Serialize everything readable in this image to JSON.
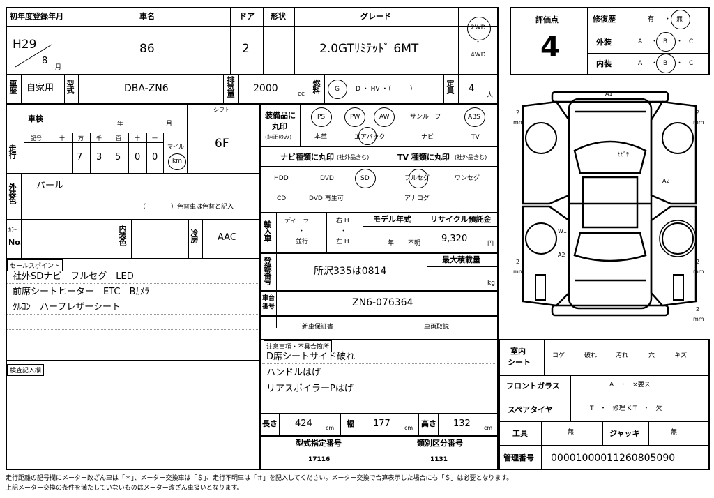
{
  "header": {
    "first_reg_label": "初年度登録年月",
    "first_reg_era": "H29",
    "first_reg_month": "8",
    "first_reg_month_unit": "月",
    "car_name_label": "車名",
    "car_name": "86",
    "doors_label": "ドア",
    "doors": "2",
    "shape_label": "形状",
    "grade_label": "グレード",
    "grade": "2.0GTﾘﾐﾃｯﾄﾞ 6MT",
    "drive_2wd": "2WD",
    "drive_dot": "・",
    "drive_4wd": "4WD"
  },
  "rating": {
    "score_label": "評価点",
    "score": "4",
    "repair_label": "修復歴",
    "repair_yes": "有",
    "repair_dot": "・",
    "repair_no": "無",
    "exterior_label": "外装",
    "interior_label": "内装",
    "grade_a": "A",
    "grade_b": "B",
    "grade_c": "C",
    "dot": "・"
  },
  "row2": {
    "usage_label": "車歴",
    "usage": "自家用",
    "model_label": "型式",
    "model": "DBA-ZN6",
    "displacement_label": "排気量",
    "displacement": "2000",
    "displacement_unit": "cc",
    "fuel_label": "燃料",
    "fuel_g": "G",
    "fuel_rest": "D ・ HV ・（　　　）",
    "capacity_label": "定員",
    "capacity": "4",
    "capacity_unit": "人"
  },
  "inspection": {
    "label": "車検",
    "year_unit": "年",
    "month_unit": "月",
    "shift_label": "シフト",
    "shift": "6F"
  },
  "mileage": {
    "label": "走行",
    "col_labels": [
      "記号",
      "十",
      "万",
      "千",
      "百",
      "十",
      "一"
    ],
    "digits": [
      "",
      "7",
      "3",
      "5",
      "0",
      "0"
    ],
    "unit_mile": "マイル",
    "unit_km": "km"
  },
  "color": {
    "label": "外装色",
    "value": "パール",
    "change_note": "（　　　　）色替車は色替と記入",
    "color_no_label_a": "ｶﾗｰ",
    "color_no_label_b": "No.",
    "interior_color_label": "内装色",
    "ac_label": "冷房",
    "ac": "AAC"
  },
  "sales_points": {
    "tab": "セールスポイント",
    "lines": [
      "社外SDナビ　フルセグ　LED",
      "前席シートヒーター　ETC　Bｶﾒﾗ",
      "ｸﾙｺﾝ　ハーフレザーシート"
    ]
  },
  "inspector_notes_tab": "検査記入欄",
  "equipment": {
    "label_a": "装備品に",
    "label_b": "丸印",
    "label_c": "(純正のみ)",
    "ps": "PS",
    "pw": "PW",
    "aw": "AW",
    "sunroof": "サンルーフ",
    "abs": "ABS",
    "leather": "本革",
    "airbag": "エアバック",
    "navi": "ナビ",
    "tv": "TV"
  },
  "navi_type": {
    "label": "ナビ種類に丸印",
    "note": "(社外品含む)",
    "hdd": "HDD",
    "dvd": "DVD",
    "sd": "SD",
    "cd": "CD",
    "dvd_play": "DVD 再生可"
  },
  "tv_type": {
    "label": "TV 種類に丸印",
    "note": "(社外品含む)",
    "fullseg": "フルセグ",
    "oneseg": "ワンセグ",
    "analog": "アナログ"
  },
  "import": {
    "label": "輸入車",
    "dealer": "ディーラー",
    "dot": "・",
    "parallel": "並行",
    "rh": "右 H",
    "lh": "左 H"
  },
  "model_year": {
    "label": "モデル年式",
    "year_unit": "年",
    "unknown": "不明"
  },
  "recycle": {
    "label": "リサイクル預託金",
    "value": "9,320",
    "unit": "円"
  },
  "registration": {
    "label": "登録番号",
    "value": "所沢335は0814",
    "max_load_label": "最大積載量",
    "max_load_unit": "kg"
  },
  "chassis": {
    "label": "車台番号",
    "value": "ZN6-076364"
  },
  "warranty": {
    "new_car": "新車保証書",
    "manual": "車両取説"
  },
  "remarks": {
    "tab": "注意事項・不具合箇所",
    "lines": [
      "D席シートサイド破れ",
      "ハンドルはげ",
      "リアスポイラーPはげ"
    ]
  },
  "dimensions": {
    "length_label": "長さ",
    "length": "424",
    "width_label": "幅",
    "width": "177",
    "height_label": "高さ",
    "height": "132",
    "unit": "cm",
    "type_no_label": "型式指定番号",
    "type_no": "17116",
    "class_no_label": "類別区分番号",
    "class_no": "1131"
  },
  "interior_seat": {
    "label": "室内シート",
    "items": [
      "コゲ",
      "破れ",
      "汚れ",
      "穴",
      "キズ"
    ]
  },
  "windshield": {
    "label": "フロントガラス",
    "value": "A　・　×要ス"
  },
  "spare": {
    "label": "スペアタイヤ",
    "value": "T　・　修理 KIT　・　欠"
  },
  "tools": {
    "label": "工具",
    "value": "無",
    "jack_label": "ジャッキ",
    "jack_value": "無"
  },
  "management": {
    "label": "管理番号",
    "value": "0000100001126080509 0"
  },
  "diagram": {
    "a1": "A1",
    "hinge": "ﾋﾋﾞﾁ",
    "a2_right": "A2",
    "w1": "W1",
    "a2_left": "A2",
    "tire": "2",
    "tire_unit": "mm"
  },
  "footer": {
    "line1": "走行距離の記号欄にメーター改ざん車は「＊」、メーター交換車は「＄」、走行不明車は「＃」を記入してください。メーター交換で合算表示した場合にも「＄」は必要となります。",
    "line2": "上記メーター交換の条件を満たしていないものはメーター改ざん車扱いとなります。"
  }
}
